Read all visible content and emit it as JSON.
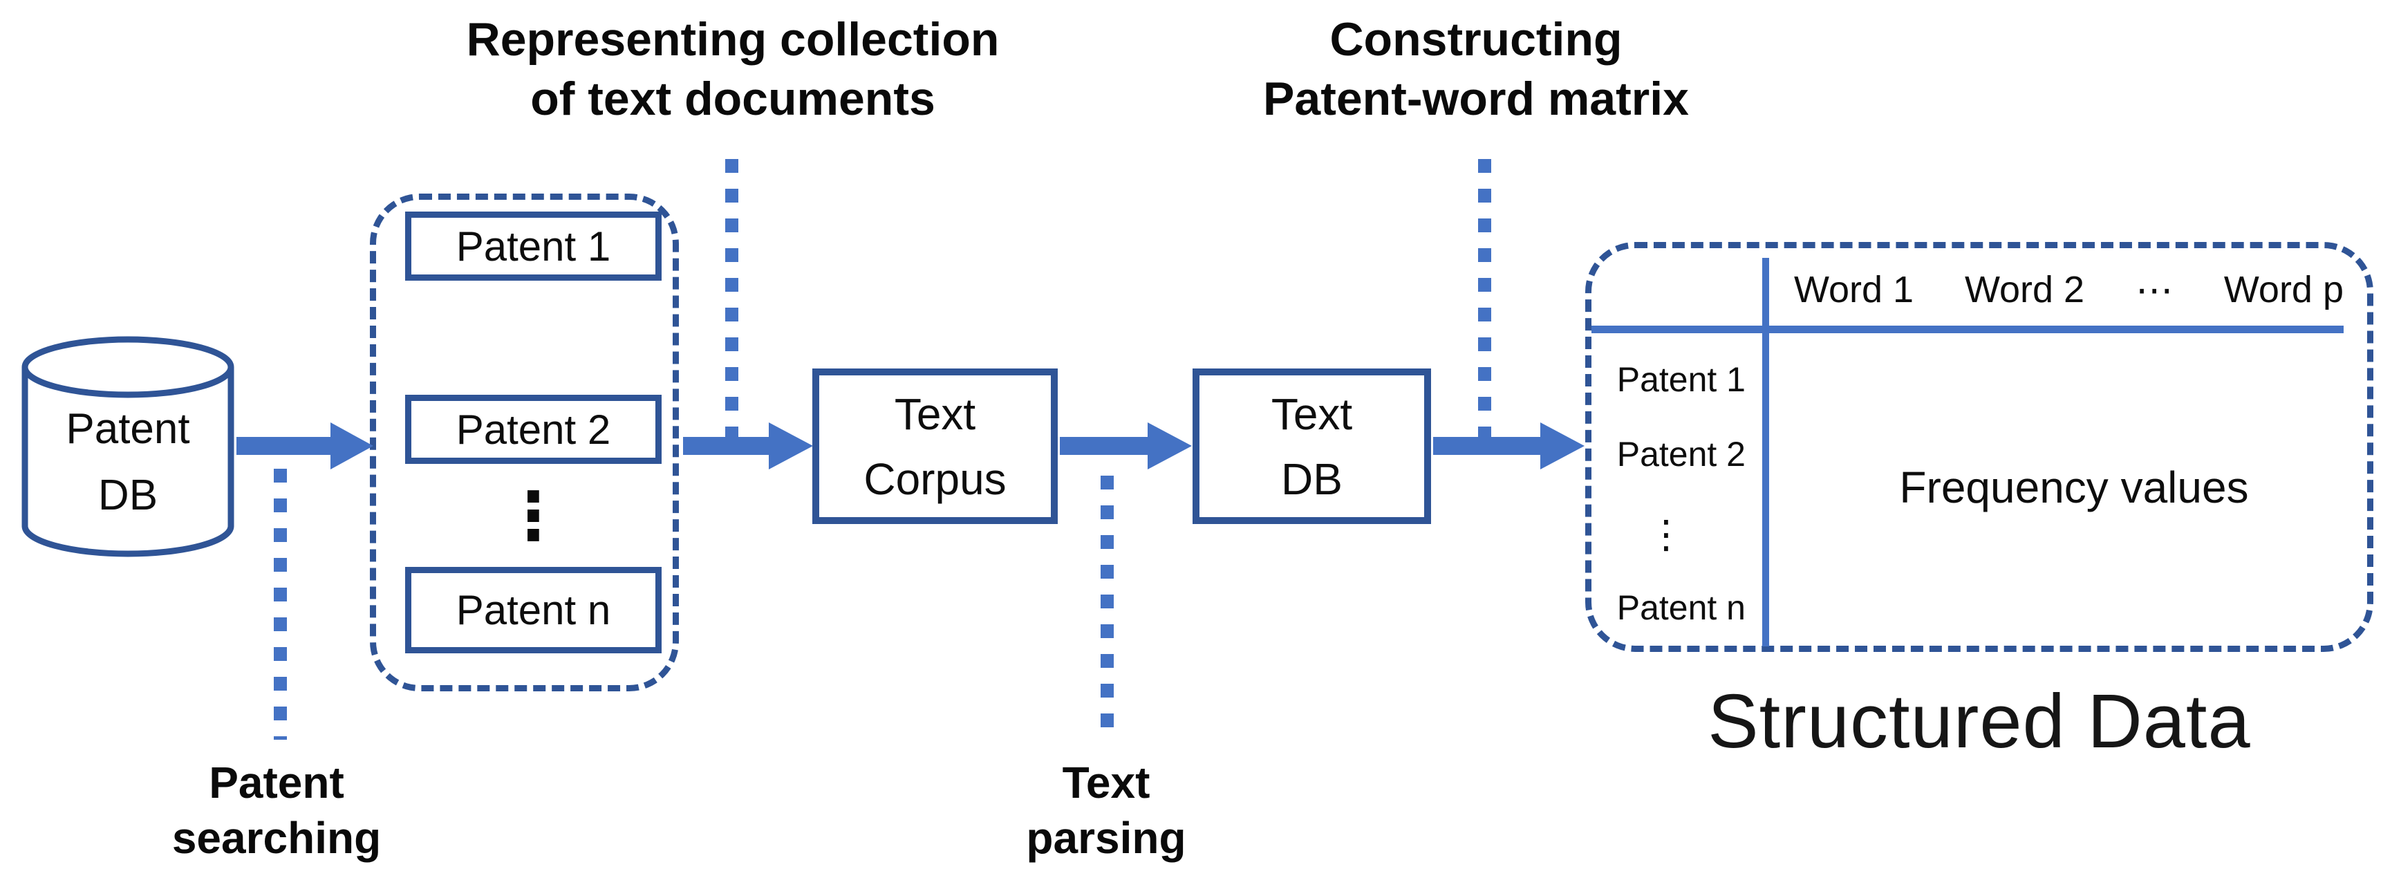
{
  "diagram": {
    "top_labels": {
      "representing": {
        "line1": "Representing collection",
        "line2": "of text documents"
      },
      "constructing": {
        "line1": "Constructing",
        "line2": "Patent-word matrix"
      }
    },
    "bottom_labels": {
      "patent_searching": {
        "line1": "Patent",
        "line2": "searching"
      },
      "text_parsing": {
        "line1": "Text",
        "line2": "parsing"
      }
    },
    "nodes": {
      "patent_db": {
        "line1": "Patent",
        "line2": "DB"
      },
      "document_collection": {
        "items": [
          "Patent 1",
          "Patent 2",
          "Patent n"
        ],
        "ellipsis": "⋮"
      },
      "text_corpus": {
        "line1": "Text",
        "line2": "Corpus"
      },
      "text_db": {
        "line1": "Text",
        "line2": "DB"
      }
    },
    "matrix": {
      "col_headers": [
        "Word 1",
        "Word 2",
        "⋯",
        "Word p"
      ],
      "row_headers": [
        "Patent 1",
        "Patent 2",
        "⋮",
        "Patent n"
      ],
      "cell_text": "Frequency values",
      "caption": "Structured Data"
    },
    "colors": {
      "arrow_blue": "#4472c4",
      "border_navy": "#2f5496",
      "text_black": "#0d0d0d"
    }
  }
}
